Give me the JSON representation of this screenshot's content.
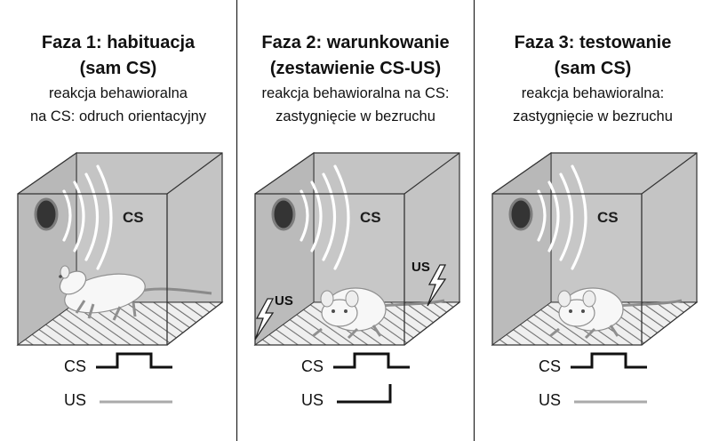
{
  "panels": [
    {
      "title1": "Faza 1: habituacja",
      "title2": "(sam CS)",
      "desc1": "reakcja behawioralna",
      "desc2": "na CS: odruch orientacyjny",
      "cs_label": "CS",
      "us_labels": [],
      "signal": {
        "cs": "pulse",
        "us": "none"
      }
    },
    {
      "title1": "Faza 2: warunkowanie",
      "title2": "(zestawienie CS-US)",
      "desc1": "reakcja behawioralna na CS:",
      "desc2": "zastygnięcie w bezruchu",
      "cs_label": "CS",
      "us_labels": [
        "US",
        "US"
      ],
      "signal": {
        "cs": "pulse",
        "us": "step"
      }
    },
    {
      "title1": "Faza 3: testowanie",
      "title2": "(sam CS)",
      "desc1": "reakcja behawioralna:",
      "desc2": "zastygnięcie w bezruchu",
      "cs_label": "CS",
      "us_labels": [],
      "signal": {
        "cs": "pulse",
        "us": "none"
      }
    }
  ],
  "legend": {
    "cs": "CS",
    "us": "US"
  },
  "colors": {
    "cs_line": "#111111",
    "us_line_off": "#aaaaaa",
    "us_line_on": "#111111",
    "box_fill": "#c4c4c4"
  }
}
